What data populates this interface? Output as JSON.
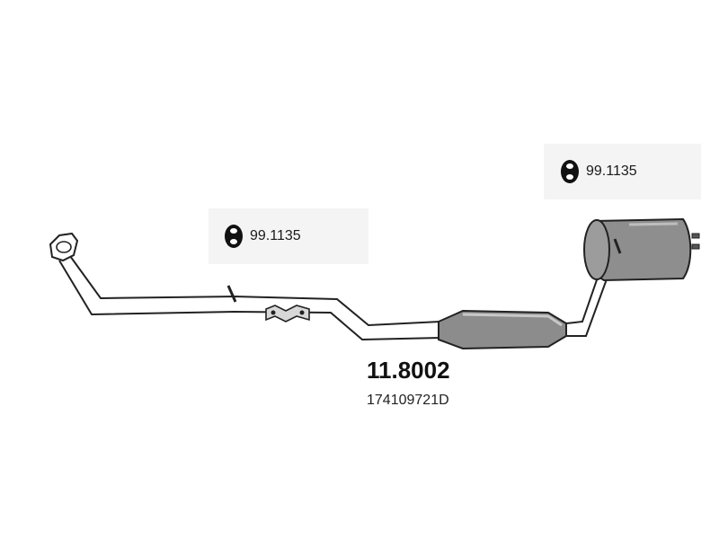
{
  "diagram": {
    "part_number": "11.8002",
    "oem_number": "174109721D",
    "hangers": [
      {
        "code": "99.1135",
        "icon": "rubber-hanger-icon"
      },
      {
        "code": "99.1135",
        "icon": "rubber-hanger-icon"
      }
    ]
  }
}
